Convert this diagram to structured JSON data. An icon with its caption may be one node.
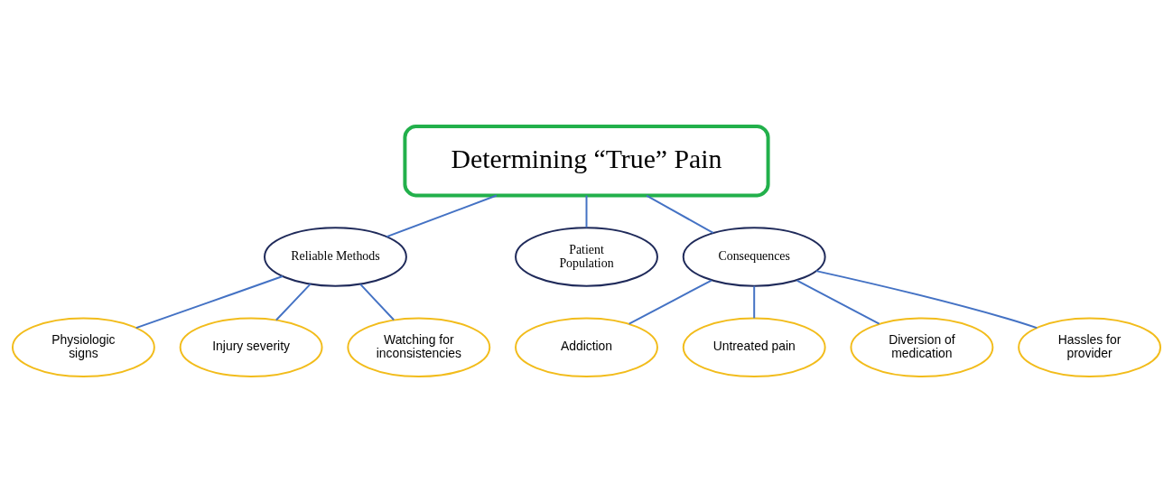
{
  "diagram": {
    "nodes": [
      {
        "text": [
          "Determining “True” Pain"
        ]
      },
      {
        "text": [
          "Reliable Methods"
        ]
      },
      {
        "text": [
          "Patient Population"
        ]
      },
      {
        "text": [
          "Consequences"
        ]
      },
      {
        "text": [
          "Physiologic signs"
        ]
      },
      {
        "text": [
          "Injury severity"
        ]
      },
      {
        "text": [
          "Watching for inconsistencies"
        ]
      },
      {
        "text": [
          "Addiction"
        ]
      },
      {
        "text": [
          "Untreated pain"
        ]
      },
      {
        "text": [
          "Diversion of medication"
        ]
      },
      {
        "text": [
          "Hassles for provider"
        ]
      }
    ],
    "edges": [
      {
        "from": 0,
        "to": 1,
        "arrow": "none"
      },
      {
        "from": 0,
        "to": 2,
        "arrow": "none"
      },
      {
        "from": 0,
        "to": 3,
        "arrow": "none"
      },
      {
        "from": 1,
        "to": 4,
        "arrow": "none"
      },
      {
        "from": 1,
        "to": 5,
        "arrow": "none"
      },
      {
        "from": 1,
        "to": 6,
        "arrow": "none"
      },
      {
        "from": 3,
        "to": 7,
        "arrow": "none"
      },
      {
        "from": 3,
        "to": 8,
        "arrow": "none"
      },
      {
        "from": 3,
        "to": 9,
        "arrow": "none"
      },
      {
        "from": 3,
        "to": 10,
        "arrow": "none"
      }
    ]
  }
}
